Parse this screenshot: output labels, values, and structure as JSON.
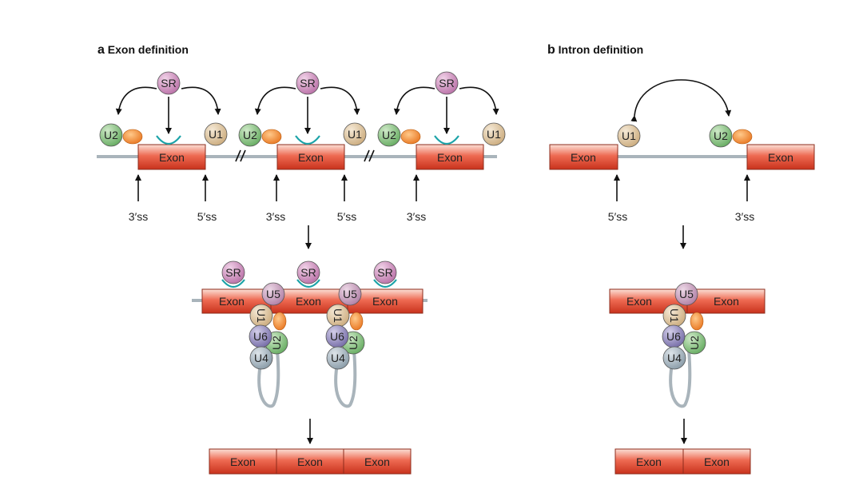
{
  "panel_a": {
    "letter": "a",
    "title": "Exon definition"
  },
  "panel_b": {
    "letter": "b",
    "title": "Intron definition"
  },
  "labels": {
    "exon": "Exon",
    "sr": "SR",
    "u1": "U1",
    "u2": "U2",
    "u4": "U4",
    "u5": "U5",
    "u6": "U6",
    "ss3": "3′ss",
    "ss5": "5′ss"
  },
  "colors": {
    "exon_top": "#fbe0d6",
    "exon_mid": "#ee6a52",
    "exon_bottom": "#c8321c",
    "exon_stroke": "#8e2c1c",
    "intron": "#a9b4bb",
    "sr": "#c97fb5",
    "u1": "#dcc29c",
    "u2": "#7fbf73",
    "u4": "#9bacb7",
    "u5": "#c596b8",
    "u6": "#8d84b8",
    "orange": "#f08a2c",
    "teal": "#1ba3a8",
    "arrow": "#111111"
  }
}
